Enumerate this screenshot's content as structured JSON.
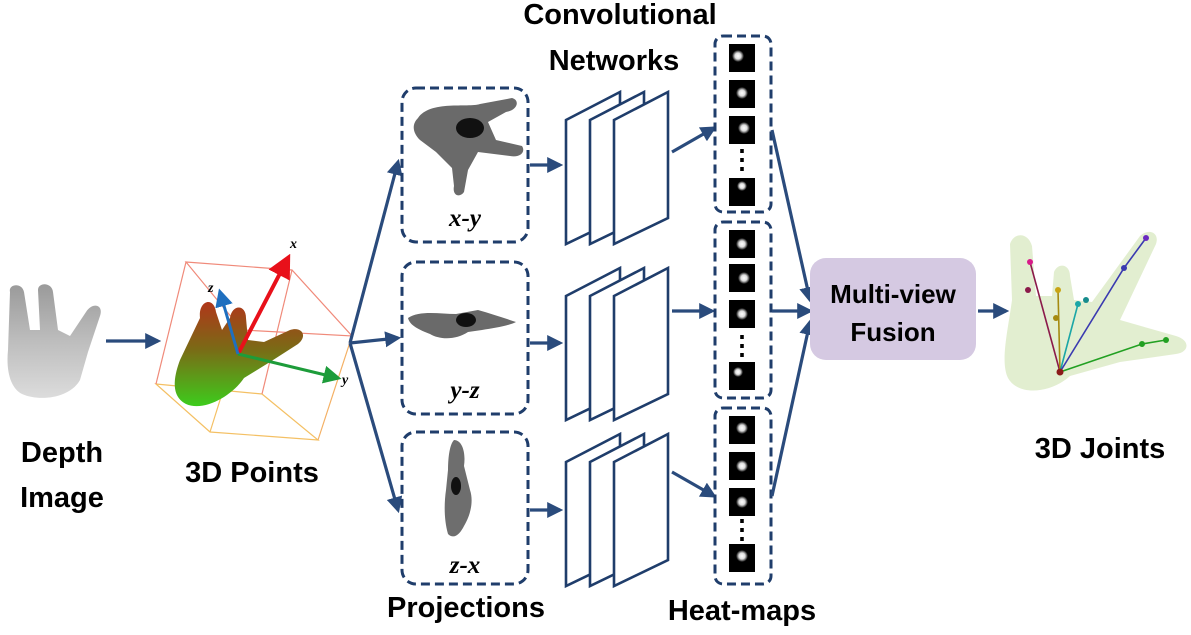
{
  "labels": {
    "depth_image_line1": "Depth",
    "depth_image_line2": "Image",
    "points_3d": "3D Points",
    "conv_line1": "Convolutional",
    "conv_line2": "Networks",
    "projections": "Projections",
    "heatmaps": "Heat-maps",
    "fusion_line1": "Multi-view",
    "fusion_line2": "Fusion",
    "joints_3d": "3D Joints"
  },
  "projection_views": [
    {
      "label": "x-y"
    },
    {
      "label": "y-z"
    },
    {
      "label": "z-x"
    }
  ],
  "axes": {
    "x": "x",
    "y": "y",
    "z": "z"
  },
  "heatmap_ellipsis": "⋮",
  "colors": {
    "arrow": "#2a4b7c",
    "dashed_border": "#1f3d6b",
    "fusion_box": "#d5c9e2",
    "axis_x": "#e8101a",
    "axis_y": "#1d9c3a",
    "axis_z": "#1f6fbf",
    "cube_edges": "#f08a7a"
  }
}
